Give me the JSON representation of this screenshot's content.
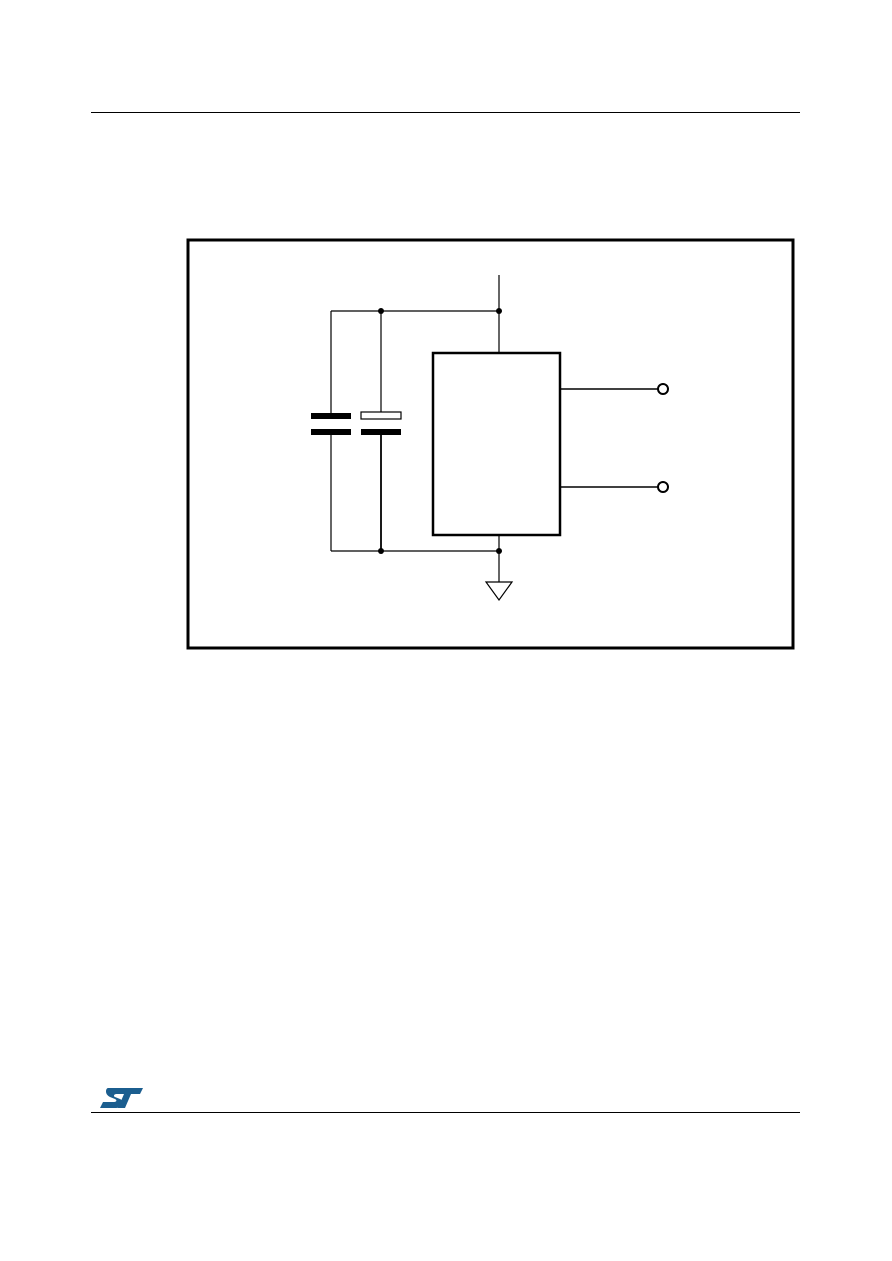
{
  "page": {
    "title": "",
    "footer_text": ""
  },
  "figure": {
    "caption": "",
    "components": {
      "capacitor_ceramic": "capacitor",
      "capacitor_electrolytic": "polarized-capacitor",
      "device_block": "ic-block",
      "ground": "ground-symbol",
      "output_terminals": 2
    }
  },
  "logo": {
    "brand_color": "#1b5e8f",
    "name": "st-logo"
  },
  "colors": {
    "line": "#000000",
    "background": "#ffffff"
  }
}
